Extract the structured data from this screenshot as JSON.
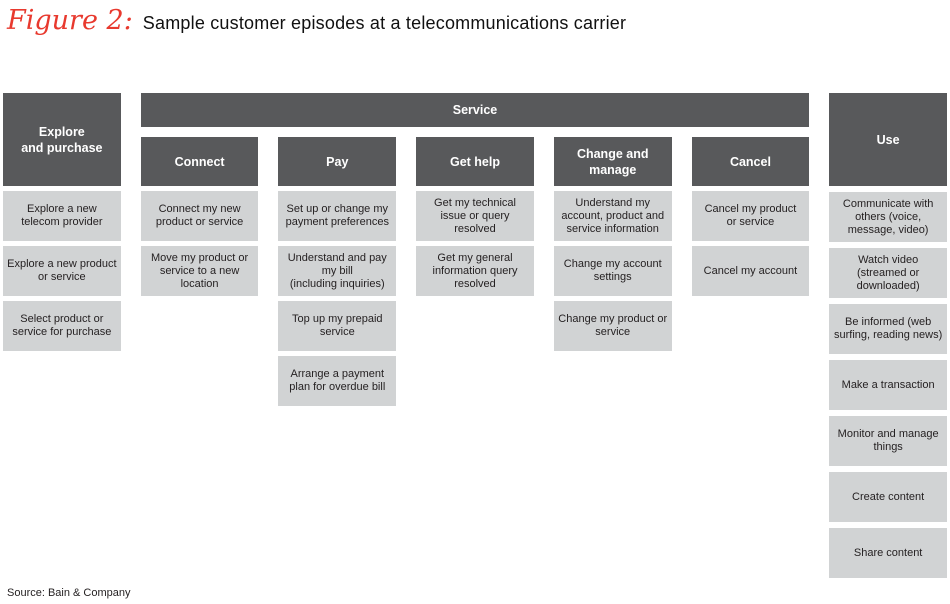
{
  "title": {
    "figure_label": "Figure 2:",
    "text": "Sample customer episodes at a telecommunications carrier"
  },
  "source": "Source: Bain & Company",
  "colors": {
    "dark": "#58595b",
    "light": "#d1d3d4",
    "red": "#e8392e",
    "ink": "#231f20"
  },
  "board": {
    "explore": {
      "header": "Explore\nand purchase",
      "cells": [
        "Explore a new telecom provider",
        "Explore a new product or service",
        "Select product or service for purchase"
      ]
    },
    "service": {
      "header": "Service",
      "columns": [
        {
          "header": "Connect",
          "cells": [
            "Connect my new product or service",
            "Move my product or service to a new location"
          ]
        },
        {
          "header": "Pay",
          "cells": [
            "Set up or change my payment preferences",
            "Understand and pay\nmy bill\n(including inquiries)",
            "Top up my prepaid service",
            "Arrange a payment plan for overdue bill"
          ]
        },
        {
          "header": "Get help",
          "cells": [
            "Get my technical issue or query resolved",
            "Get my general information query resolved"
          ]
        },
        {
          "header": "Change and\nmanage",
          "cells": [
            "Understand my account, product and service information",
            "Change my account settings",
            "Change my product or service"
          ]
        },
        {
          "header": "Cancel",
          "cells": [
            "Cancel my product\nor service",
            "Cancel my account"
          ]
        }
      ]
    },
    "use": {
      "header": "Use",
      "cells": [
        "Communicate with others (voice, message, video)",
        "Watch video\n(streamed or downloaded)",
        "Be informed (web surfing, reading news)",
        "Make a transaction",
        "Monitor and manage things",
        "Create content",
        "Share content"
      ]
    }
  }
}
